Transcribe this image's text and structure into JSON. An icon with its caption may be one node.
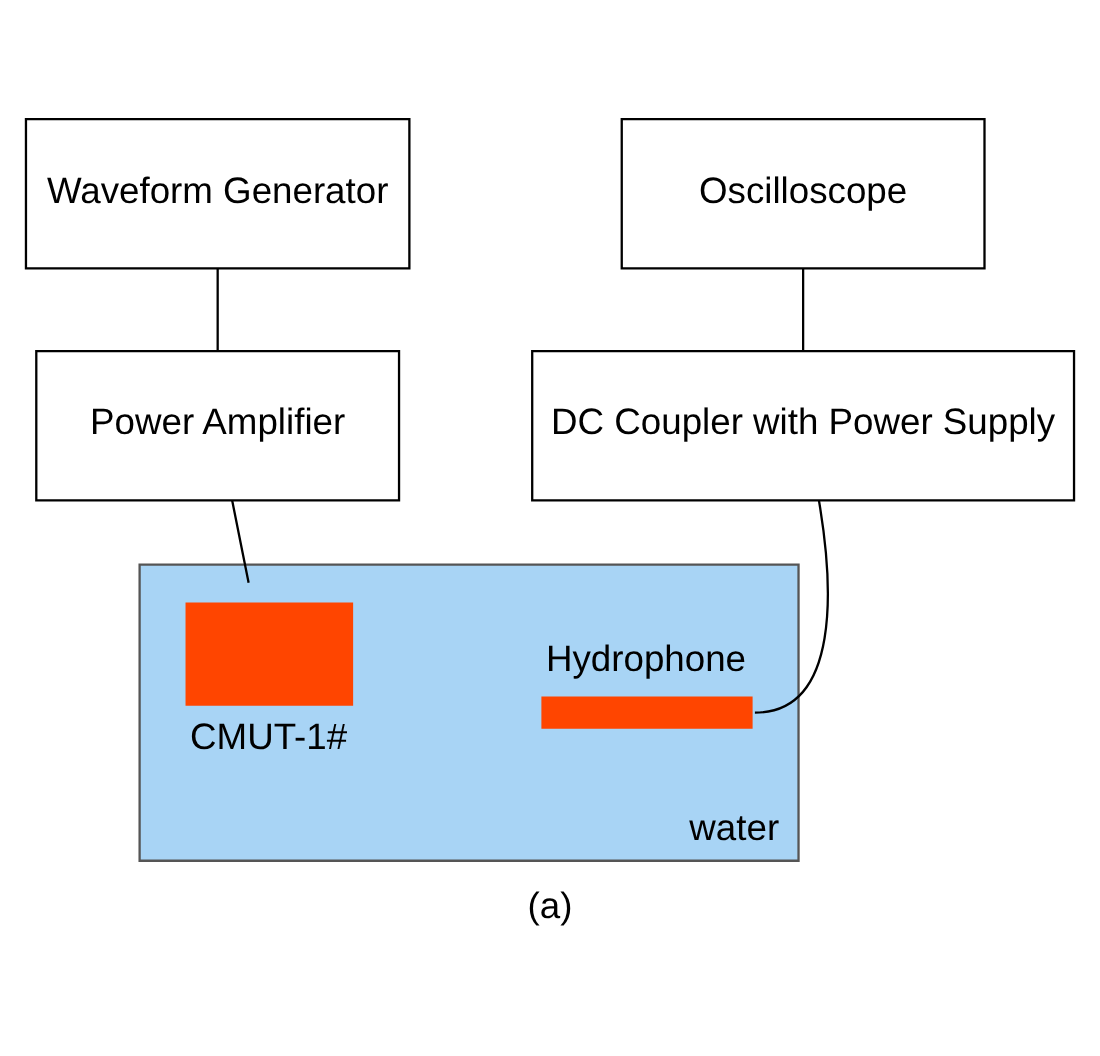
{
  "diagram": {
    "caption": "(a)",
    "nodes": [
      {
        "text": [
          "Waveform Generator"
        ]
      },
      {
        "text": [
          "Power Amplifier"
        ]
      },
      {
        "text": [
          "Oscilloscope"
        ]
      },
      {
        "text": [
          "DC Coupler with Power Supply"
        ]
      },
      {
        "text": [
          "water"
        ]
      },
      {
        "text": [
          "CMUT-1#"
        ],
        "in": 4
      },
      {
        "text": [
          "Hydrophone"
        ],
        "in": 4
      }
    ],
    "edges": [
      {
        "from": 0,
        "to": 1,
        "arrow": "none"
      },
      {
        "from": 1,
        "to": 5,
        "arrow": "none"
      },
      {
        "from": 2,
        "to": 3,
        "arrow": "none"
      },
      {
        "from": 3,
        "to": 6,
        "arrow": "none"
      }
    ]
  }
}
